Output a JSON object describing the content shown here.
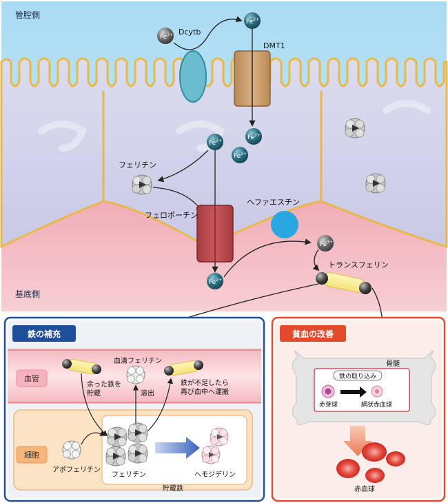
{
  "top": {
    "lumen_label": "管腔側",
    "basal_label": "基底側",
    "dcytb_label": "Dcytb",
    "dmt1_label": "DMT1",
    "ferritin_label": "フェリチン",
    "ferroportin_label": "フェロポーチン",
    "hephaestin_label": "ヘファエスチン",
    "transferrin_label": "トランスフェリン",
    "fe3": "Fe",
    "fe3_sup": "3+",
    "fe2": "Fe",
    "fe2_sup": "2+"
  },
  "iron_panel": {
    "title": "鉄の補充",
    "vessel_tag": "血管",
    "cell_tag": "細胞",
    "serum_ferritin": "血清フェリチン",
    "surplus_line1": "余った鉄を",
    "surplus_line2": "貯蔵",
    "release": "溶出",
    "shortage_line1": "鉄が不足したら",
    "shortage_line2": "再び血中へ運搬",
    "apoferritin": "アポフェリチン",
    "ferritin": "フェリチン",
    "storage_iron": "貯蔵鉄",
    "hemosiderin": "ヘモジデリン"
  },
  "anemia_panel": {
    "title": "貧血の改善",
    "bone_marrow": "骨髄",
    "iron_uptake": "鉄の取り込み",
    "erythroblast": "赤芽球",
    "reticulocyte": "網状赤血球",
    "rbc": "赤血球"
  },
  "colors": {
    "membrane": "#e8b84a",
    "cytoplasm": "#d3d3ec",
    "lumen": "#bde3f5",
    "basal": "#f2b7bf",
    "fe_ball": "#2d6f80",
    "dcytb": "#5fb3c6",
    "dmt1": "#c79a62",
    "ferroportin": "#b9474d",
    "hephaestin": "#2aa7e0",
    "panel_blue": "#1e4f9a",
    "panel_red": "#e24a2a",
    "rbc": "#e03a3a"
  }
}
